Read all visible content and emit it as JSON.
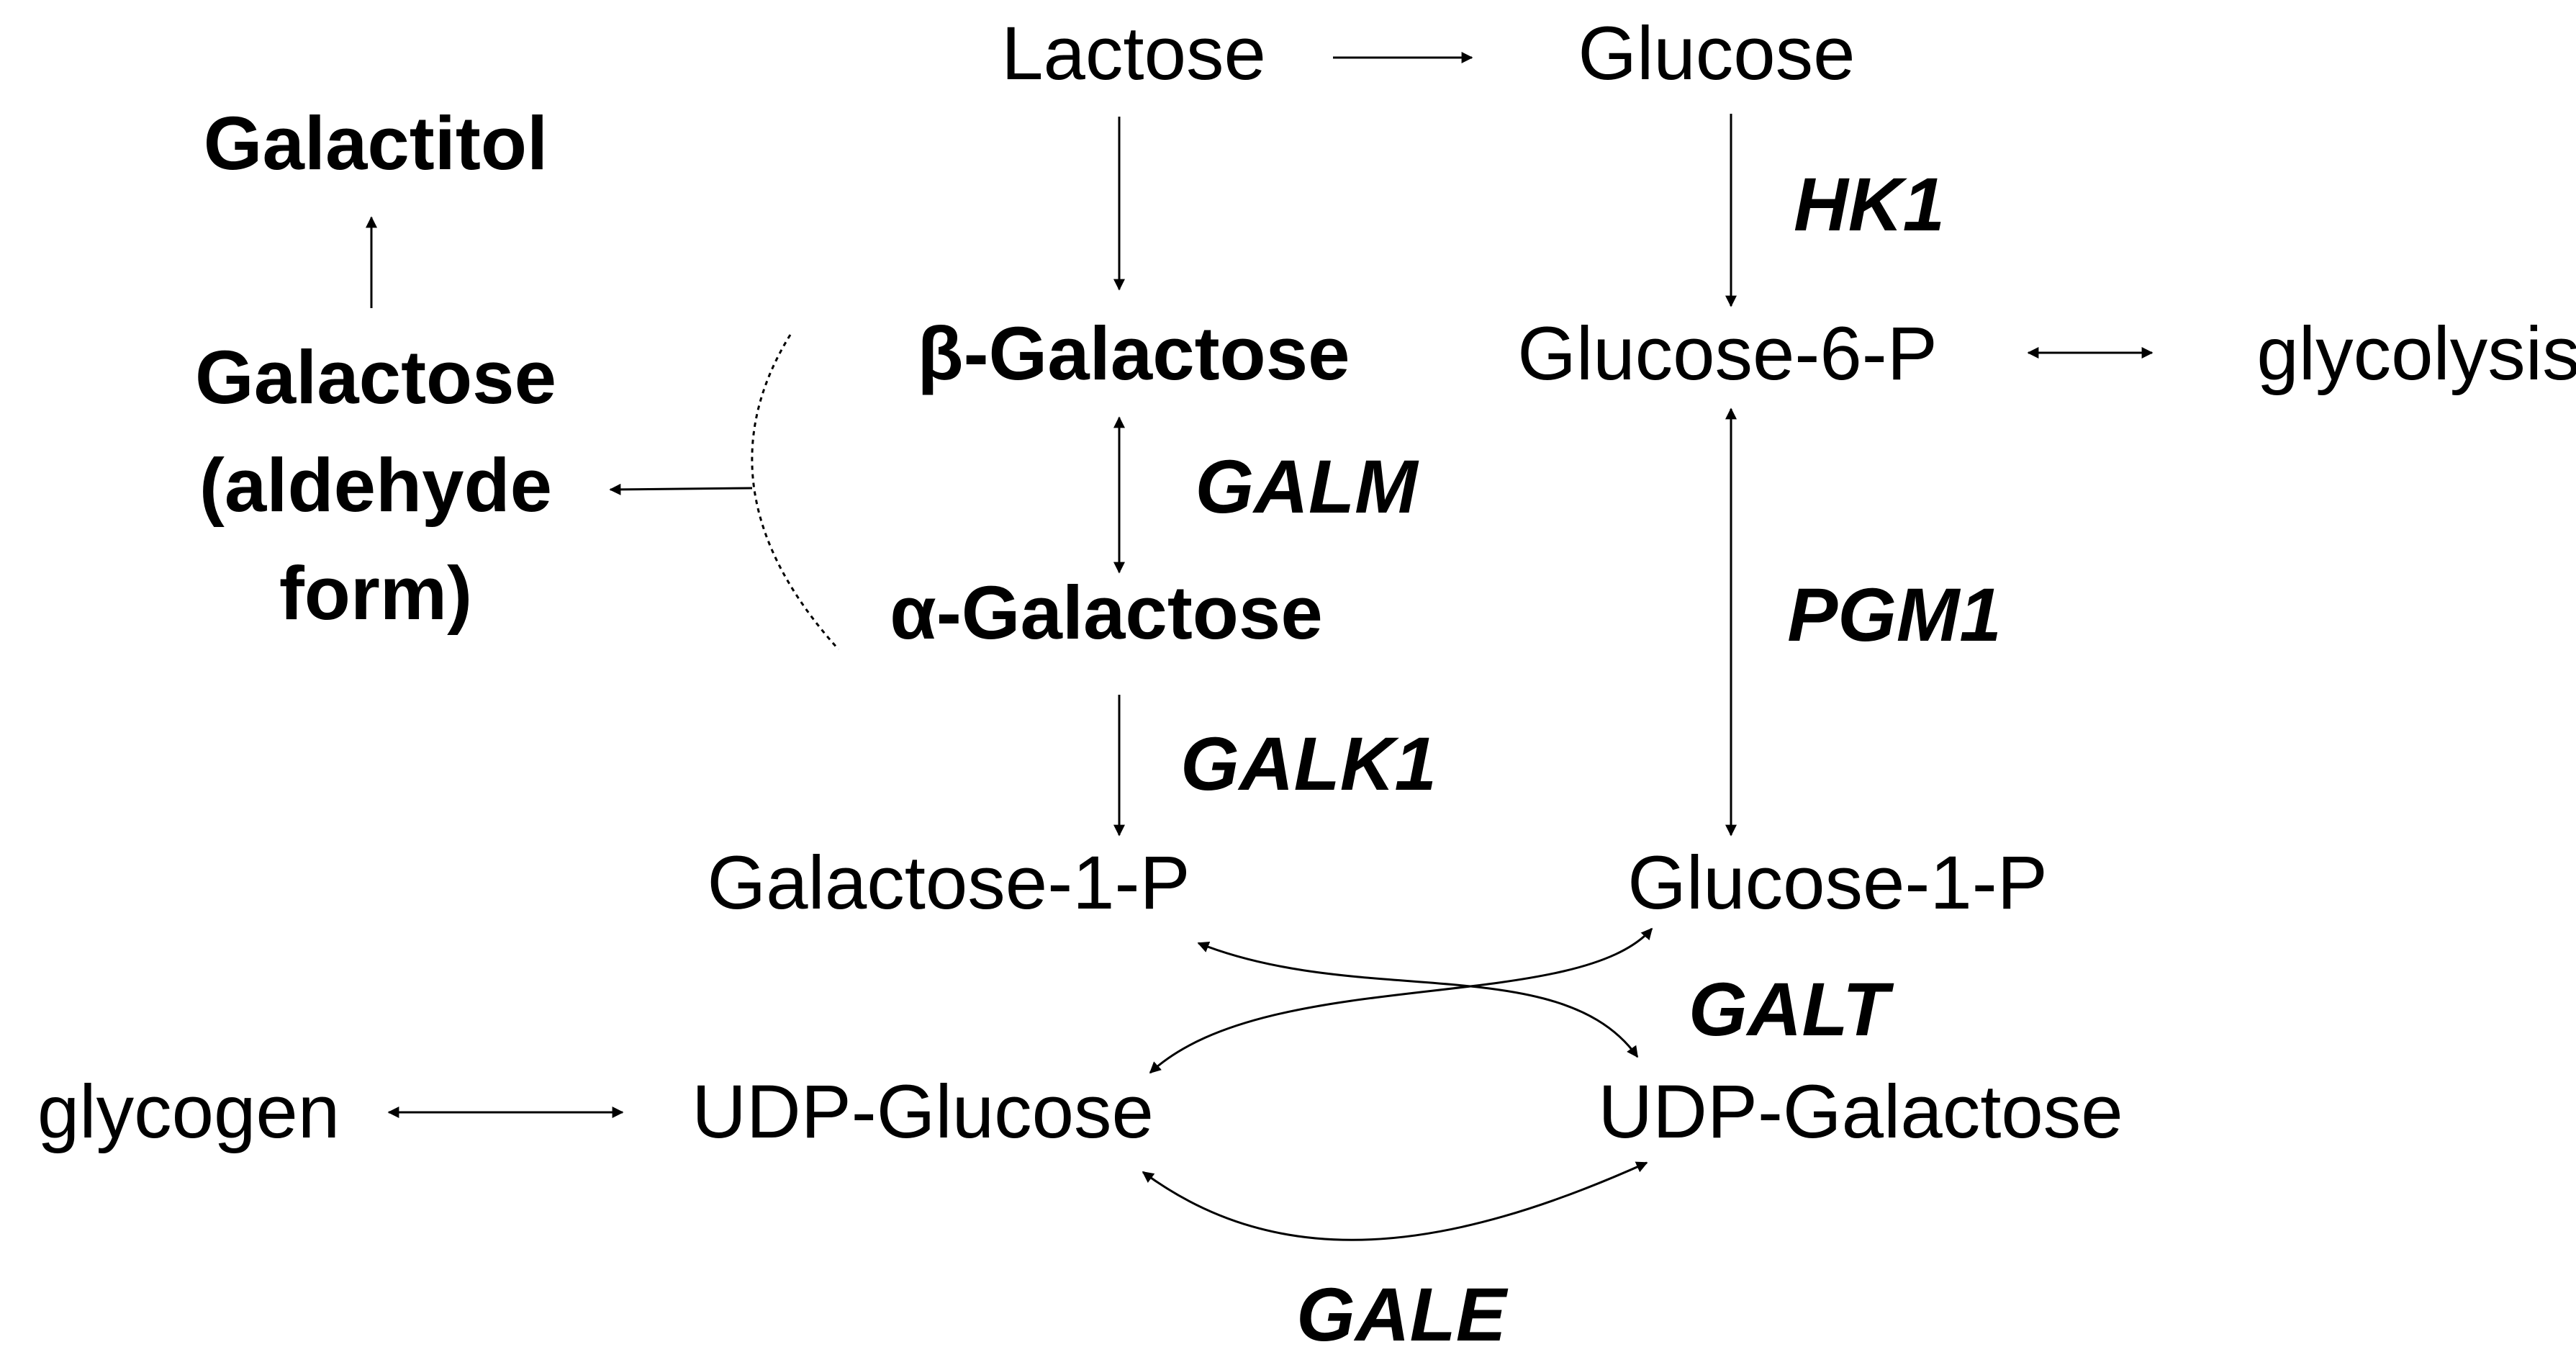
{
  "colors": {
    "text": "#000000",
    "highlight_enzyme": "#d0313a",
    "background": "#ffffff"
  },
  "metabolites": {
    "lactose": "Lactose",
    "glucose": "Glucose",
    "galactitol": "Galactitol",
    "beta_galactose": "β-Galactose",
    "alpha_galactose": "α-Galactose",
    "galactose_aldehyde_line1": "Galactose",
    "galactose_aldehyde_line2": "(aldehyde",
    "galactose_aldehyde_line3": "form)",
    "glucose_6_p": "Glucose-6-P",
    "glycolysis": "glycolysis",
    "galactose_1_p": "Galactose-1-P",
    "glucose_1_p": "Glucose-1-P",
    "glycogen": "glycogen",
    "udp_glucose": "UDP-Glucose",
    "udp_galactose": "UDP-Galactose"
  },
  "enzymes": {
    "hk1": "HK1",
    "galm": "GALM",
    "pgm1": "PGM1",
    "galk1": "GALK1",
    "galt": "GALT",
    "gale": "GALE"
  }
}
